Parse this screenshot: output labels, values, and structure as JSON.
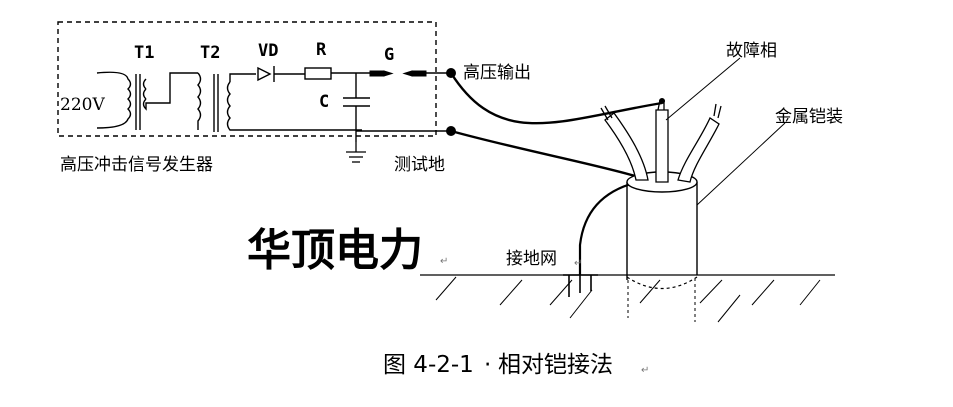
{
  "generator": {
    "t1_label": "T1",
    "t2_label": "T2",
    "vd_label": "VD",
    "r_label": "R",
    "c_label": "C",
    "g_label": "G",
    "voltage_label": "220V",
    "box_label": "高压冲击信号发生器"
  },
  "terminals": {
    "output_label": "高压输出",
    "test_ground_label": "测试地"
  },
  "cable": {
    "faulty_phase_label": "故障相",
    "armor_label": "金属铠装",
    "ground_net_label": "接地网"
  },
  "brand": {
    "text": "华顶电力"
  },
  "caption": {
    "text": "图 4-2-1",
    "dot": "·",
    "title": "相对铠接法"
  },
  "marks": {
    "paragraph_mark": "↵"
  }
}
